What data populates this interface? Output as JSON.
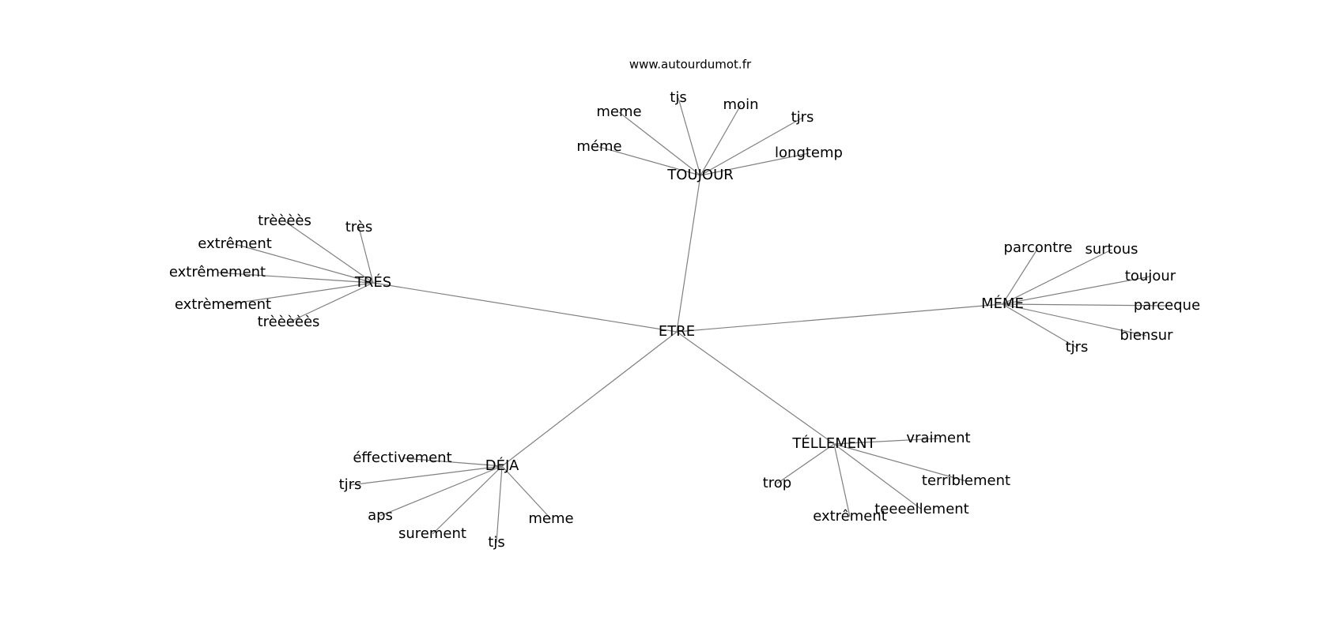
{
  "site": "www.autourdumot.fr",
  "colors": {
    "edge": "#808080",
    "text": "#000000",
    "background": "#ffffff"
  },
  "center": {
    "label": "ETRE"
  },
  "hubs": [
    {
      "label": "TOUJOUR",
      "leaves": [
        "meme",
        "tjs",
        "moin",
        "tjrs",
        "méme",
        "longtemp"
      ]
    },
    {
      "label": "TRÉS",
      "leaves": [
        "trèèèès",
        "très",
        "extrêment",
        "extrêmement",
        "extrèmement",
        "trèèèèès"
      ]
    },
    {
      "label": "MÉME",
      "leaves": [
        "parcontre",
        "surtous",
        "toujour",
        "parceque",
        "biensur",
        "tjrs"
      ]
    },
    {
      "label": "DÉJA",
      "leaves": [
        "éffectivement",
        "tjrs",
        "aps",
        "surement",
        "tjs",
        "meme"
      ]
    },
    {
      "label": "TÉLLEMENT",
      "leaves": [
        "vraiment",
        "trop",
        "terriblement",
        "teeeellement",
        "extrêment"
      ]
    }
  ]
}
